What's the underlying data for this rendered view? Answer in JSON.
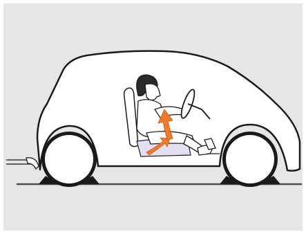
{
  "figure": {
    "subject": "car-interior-illustration",
    "colors": {
      "frame_background": "#e6e6e6",
      "car_body": "#ffffff",
      "outline": "#1a1a1a",
      "tire": "#1a1a1a",
      "arrow": "#f07a2a",
      "seat_cushion": "#e3dfee",
      "ground": "#4d4d4d"
    },
    "arrows": [
      {
        "name": "lower-arrow",
        "meaning": "orange-arrow"
      },
      {
        "name": "upper-arrow",
        "meaning": "orange-arrow"
      }
    ]
  }
}
